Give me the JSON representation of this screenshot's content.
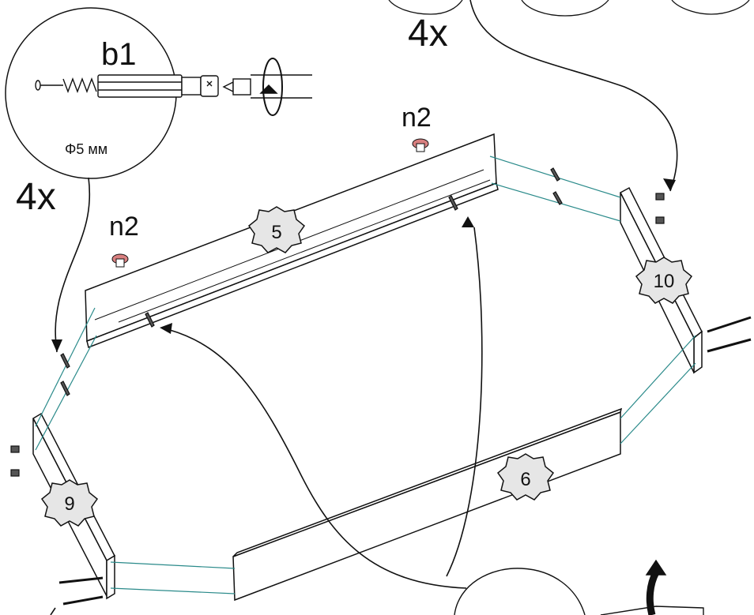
{
  "callout": {
    "part_code": "b1",
    "diameter_label": "Φ5 мм",
    "quantity_left": "4x",
    "quantity_top": "4x"
  },
  "hardware": {
    "label_left": "n2",
    "label_right": "n2"
  },
  "parts": {
    "p5": "5",
    "p6": "6",
    "p9": "9",
    "p10": "10"
  },
  "colors": {
    "line": "#111111",
    "connector": "#2a8a8a",
    "badge_fill": "#e6e6e6",
    "foot_pad": "#d98080"
  }
}
